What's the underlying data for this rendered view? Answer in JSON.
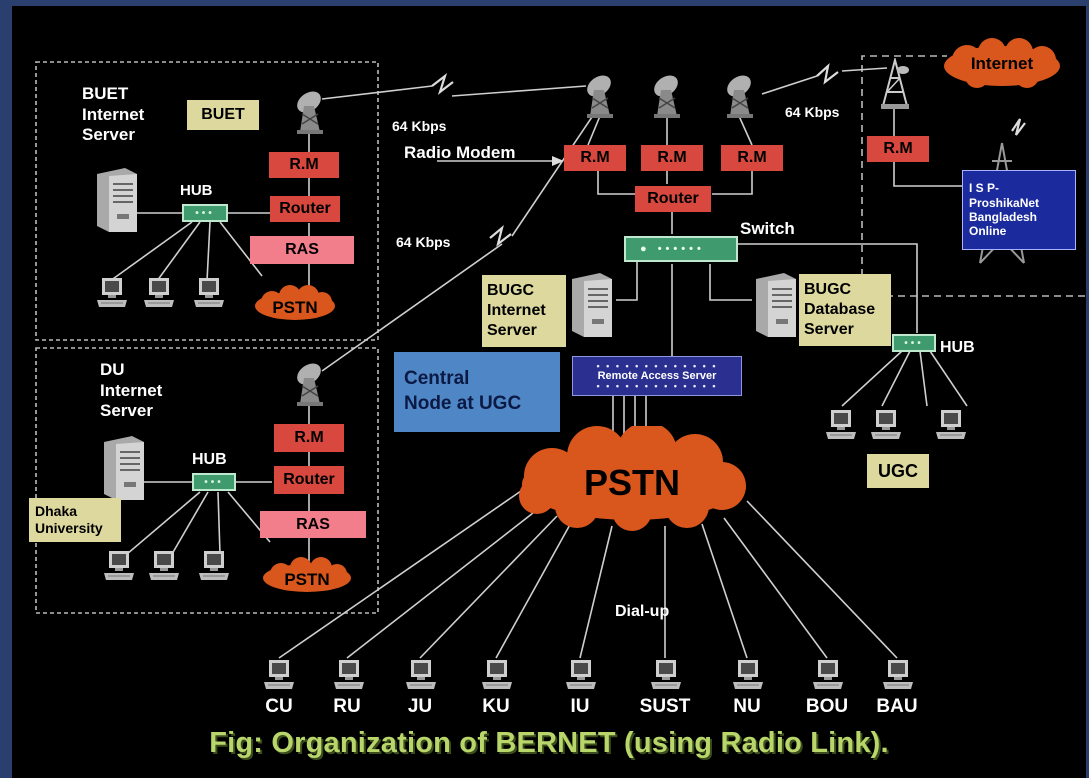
{
  "caption": "Fig: Organization of BERNET (using Radio Link).",
  "buet": {
    "server_label": "BUET\nInternet\nServer",
    "tag": "BUET",
    "rm": "R.M",
    "router": "Router",
    "ras": "RAS",
    "hub": "HUB",
    "pstn": "PSTN"
  },
  "du": {
    "server_label": "DU\nInternet\nServer",
    "tag": "Dhaka\nUniversity",
    "rm": "R.M",
    "router": "Router",
    "ras": "RAS",
    "hub": "HUB",
    "pstn": "PSTN"
  },
  "central": {
    "rm_left": "R.M",
    "rm_mid": "R.M",
    "rm_right": "R.M",
    "router": "Router",
    "switch": "Switch",
    "radio_modem": "Radio Modem",
    "speed_top": "64 Kbps",
    "speed_mid": "64 Kbps",
    "speed_right": "64 Kbps",
    "node_label": "Central\nNode at UGC",
    "ras": "Remote Access Server",
    "bugc_internet": "BUGC\nInternet\nServer",
    "bugc_database": "BUGC\nDatabase\nServer",
    "hub": "HUB",
    "ugc": "UGC",
    "pstn": "PSTN",
    "dialup": "Dial-up"
  },
  "isp": {
    "internet": "Internet",
    "rm": "R.M",
    "label": "I S P-\nProshikaNet\nBangladesh\nOnline"
  },
  "universities": [
    "CU",
    "RU",
    "JU",
    "KU",
    "IU",
    "SUST",
    "NU",
    "BOU",
    "BAU"
  ]
}
